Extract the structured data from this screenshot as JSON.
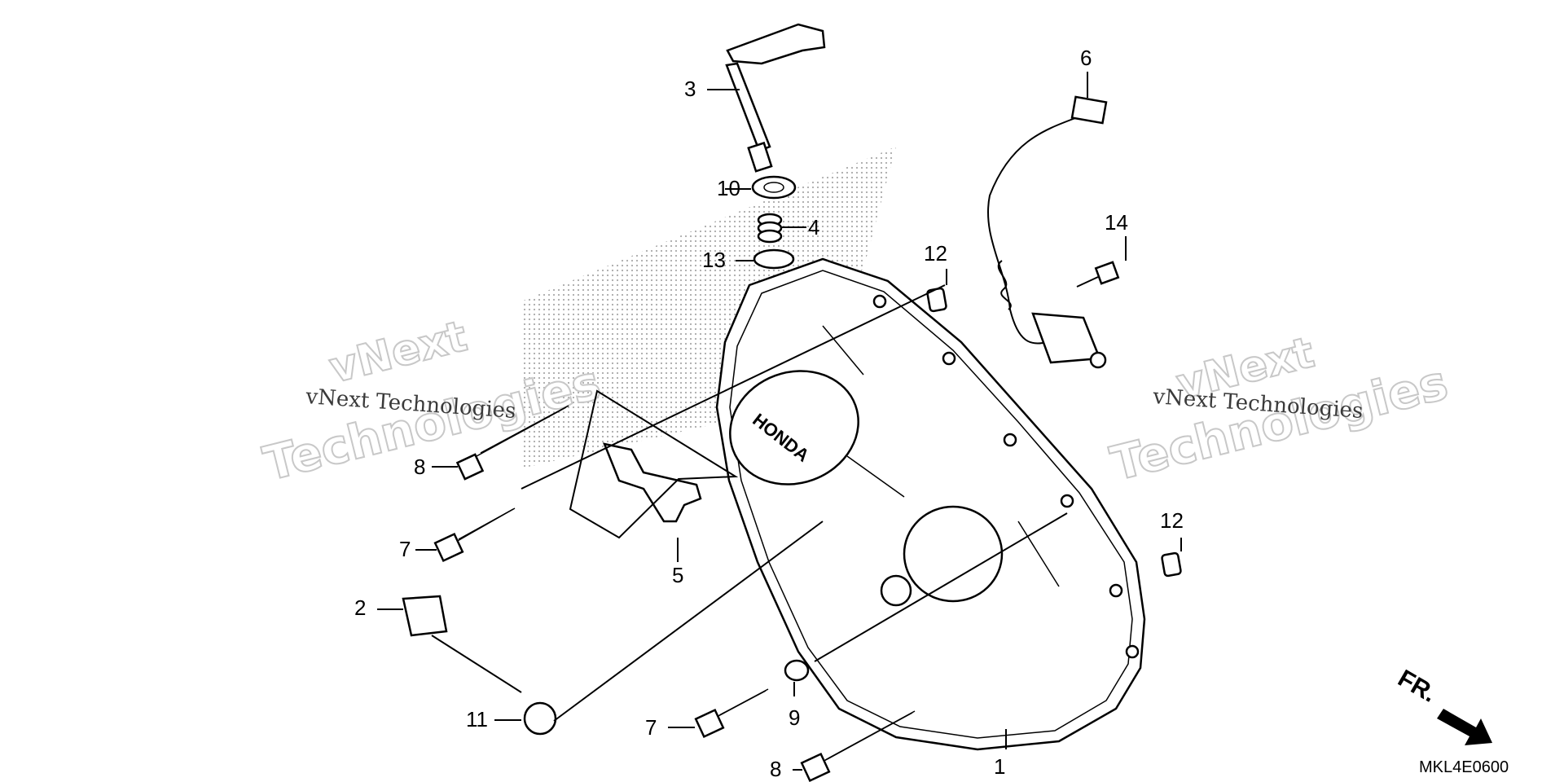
{
  "diagram_code": "MKL4E0600",
  "front_marker": "FR.",
  "logo_text": "HONDA",
  "watermarks": {
    "line1": "vNext",
    "line2": "Technologies",
    "small": "vNext Technologies"
  },
  "callouts": {
    "c1": "1",
    "c2": "2",
    "c3": "3",
    "c4": "4",
    "c5": "5",
    "c6": "6",
    "c7a": "7",
    "c7b": "7",
    "c8a": "8",
    "c8b": "8",
    "c9": "9",
    "c10": "10",
    "c11": "11",
    "c12a": "12",
    "c12b": "12",
    "c13": "13",
    "c14": "14"
  }
}
